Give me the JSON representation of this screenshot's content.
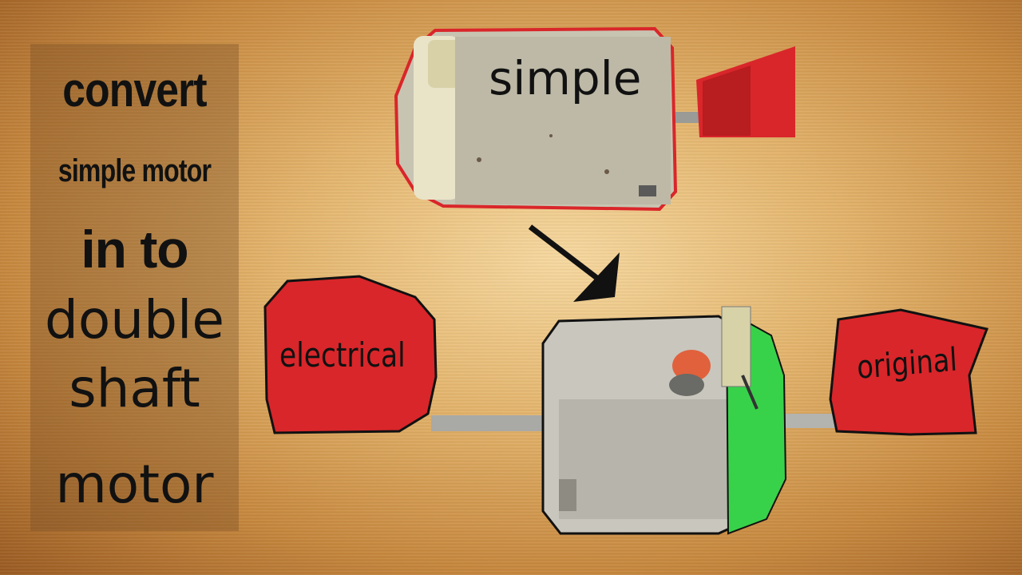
{
  "title_lines": [
    "convert",
    "simple motor",
    "in to",
    "double",
    "shaft",
    "motor"
  ],
  "labels": {
    "simple": "simple",
    "electrical": "electrical",
    "original": "original"
  },
  "colors": {
    "background": "#e4b56d",
    "tape_red": "#d9262a",
    "end_cap_green": "#38d24a",
    "motor_body": "#c9c6bd",
    "text": "#111111"
  }
}
